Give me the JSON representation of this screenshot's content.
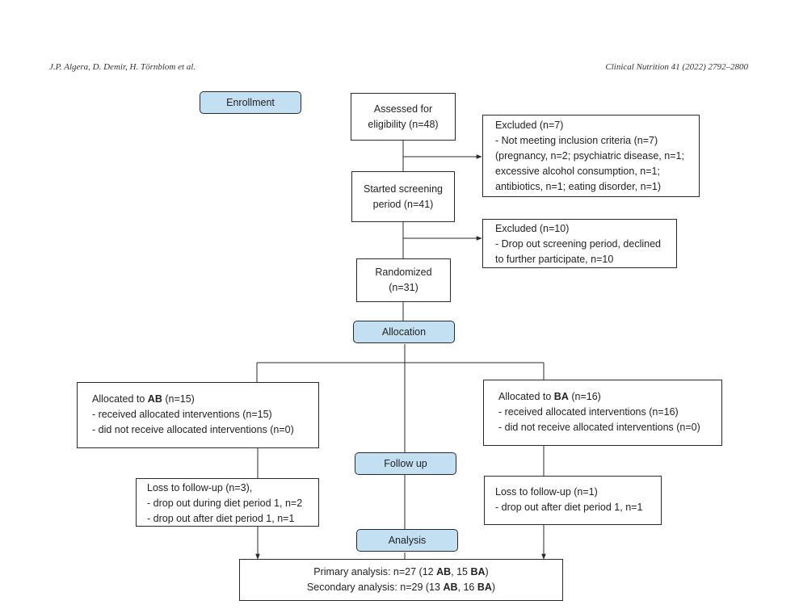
{
  "header": {
    "authors": "J.P. Algera, D. Demir, H. Törnblom et al.",
    "journal": "Clinical Nutrition 41 (2022) 2792–2800"
  },
  "stages": {
    "enrollment": "Enrollment",
    "allocation": "Allocation",
    "follow_up": "Follow up",
    "analysis": "Analysis"
  },
  "assessed": {
    "line1": "Assessed for",
    "line2": "eligibility (n=48)"
  },
  "excluded1": {
    "line1": "Excluded (n=7)",
    "line2": "- Not meeting inclusion criteria (n=7)",
    "line3": "(pregnancy, n=2; psychiatric disease, n=1;",
    "line4": "excessive alcohol consumption, n=1;",
    "line5": "antibiotics, n=1; eating disorder, n=1)"
  },
  "screening": {
    "line1": "Started screening",
    "line2": "period (n=41)"
  },
  "excluded2": {
    "line1": "Excluded (n=10)",
    "line2": "- Drop out screening period, declined",
    "line3": "to further participate, n=10"
  },
  "randomized": {
    "line1": "Randomized",
    "line2": "(n=31)"
  },
  "alloc_ab": {
    "prefix": "Allocated to ",
    "group": "AB",
    "count": " (n=15)",
    "line2": "- received allocated interventions (n=15)",
    "line3": "- did not receive allocated interventions (n=0)"
  },
  "alloc_ba": {
    "prefix": "Allocated to ",
    "group": "BA",
    "count": " (n=16)",
    "line2": "- received allocated interventions (n=16)",
    "line3": "- did not receive allocated interventions (n=0)"
  },
  "loss_ab": {
    "line1": "Loss to follow-up (n=3),",
    "line2": "- drop out during diet period 1, n=2",
    "line3": "- drop out after diet period 1, n=1"
  },
  "loss_ba": {
    "line1": "Loss to follow-up (n=1)",
    "line2": "- drop out after diet period 1, n=1"
  },
  "analysis": {
    "primary_prefix": "Primary analysis: n=27 (12 ",
    "primary_ab": "AB",
    "primary_mid": ", 15 ",
    "primary_ba": "BA",
    "primary_end": ")",
    "secondary_prefix": "Secondary analysis: n=29 (13 ",
    "secondary_ab": "AB",
    "secondary_mid": ", 16 ",
    "secondary_ba": "BA",
    "secondary_end": ")"
  },
  "colors": {
    "stage_fill": "#c3dff2",
    "border": "#2a2a2a"
  }
}
